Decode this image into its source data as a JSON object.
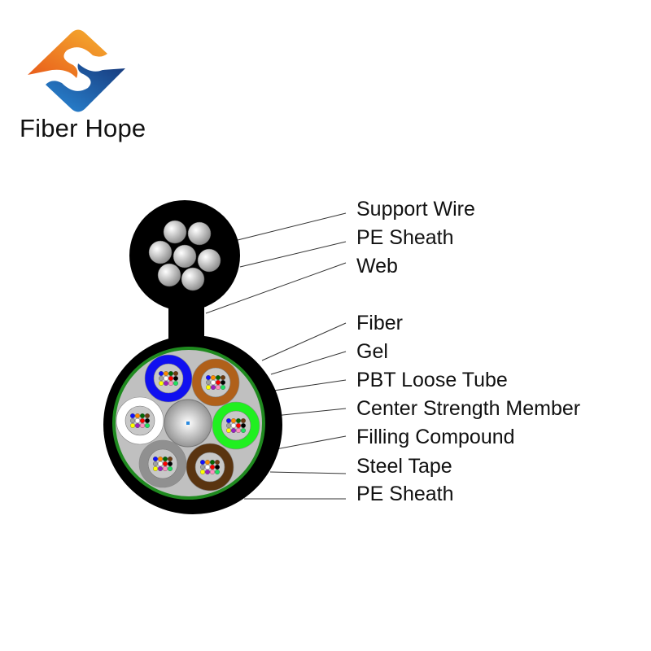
{
  "brand": {
    "name": "Fiber Hope",
    "orange": "#f0a030",
    "blue": "#1f5fb0"
  },
  "labels": [
    "Support Wire",
    "PE Sheath",
    "Web",
    "Fiber",
    "Gel",
    "PBT Loose Tube",
    "Center Strength Member",
    "Filling Compound",
    "Steel Tape",
    "PE Sheath"
  ],
  "colors": {
    "sheath": "#000000",
    "steel_tape": "#1f8a1f",
    "filling": "#c0c0c0",
    "tubes": [
      "#1010f0",
      "#b0601a",
      "#ffffff",
      "#20f020",
      "#909090",
      "#5a3410"
    ],
    "fibers": [
      "#1010ff",
      "#ff8c00",
      "#006400",
      "#6b3a10",
      "#a0a0a0",
      "#ffffff",
      "#ff0000",
      "#000000",
      "#ffff00",
      "#9a20c0",
      "#ff8fc0",
      "#20e060"
    ]
  }
}
